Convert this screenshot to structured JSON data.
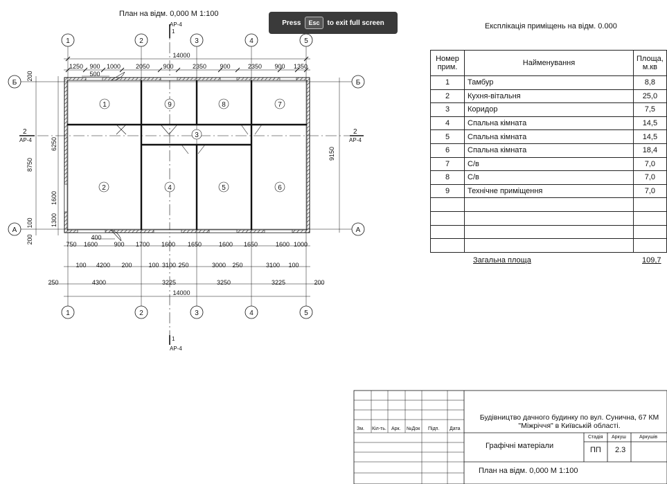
{
  "toast": {
    "press": "Press",
    "key": "Esc",
    "rest": "to exit full screen"
  },
  "plan": {
    "title": "План на відм. 0,000  М 1:100",
    "section_ref": "АР-4",
    "section_num_1": "1",
    "section_num_2": "2",
    "axes_numeric": [
      "1",
      "2",
      "3",
      "4",
      "5"
    ],
    "axes_letter": [
      "Б",
      "А"
    ],
    "top_total": "14000",
    "bottom_total": "14000",
    "top_dims": [
      "1250",
      "900",
      "1000",
      "2050",
      "900",
      "2350",
      "900",
      "2350",
      "900",
      "1350"
    ],
    "top_dim_small": "500",
    "bottom_dims_1": [
      "750",
      "1600",
      "900",
      "1700",
      "1600",
      "1650",
      "1600",
      "1650",
      "1600",
      "1000"
    ],
    "bottom_dim_small": "400",
    "bottom_dims_2": [
      "100",
      "4200",
      "200",
      "100",
      "3100",
      "250",
      "3000",
      "250",
      "3100",
      "100"
    ],
    "bottom_dims_3": [
      "250",
      "4300",
      "3225",
      "3250",
      "3225",
      "200"
    ],
    "left_dims": [
      "200",
      "6250",
      "8750",
      "1600",
      "1300",
      "100",
      "200"
    ],
    "right_dim": "9150",
    "room_numbers": [
      "1",
      "9",
      "8",
      "7",
      "3",
      "2",
      "4",
      "5",
      "6"
    ]
  },
  "explication": {
    "title": "Експлікація приміщень на відм. 0.000",
    "headers": {
      "num": "Номер прим.",
      "name": "Найменування",
      "area": "Площа, м.кв"
    },
    "rows": [
      {
        "num": "1",
        "name": "Тамбур",
        "area": "8,8"
      },
      {
        "num": "2",
        "name": "Кухня-вітальня",
        "area": "25,0"
      },
      {
        "num": "3",
        "name": "Коридор",
        "area": "7,5"
      },
      {
        "num": "4",
        "name": "Спальна кімната",
        "area": "14,5"
      },
      {
        "num": "5",
        "name": "Спальна кімната",
        "area": "14,5"
      },
      {
        "num": "6",
        "name": "Спальна кімната",
        "area": "18,4"
      },
      {
        "num": "7",
        "name": "С/в",
        "area": "7,0"
      },
      {
        "num": "8",
        "name": "С/в",
        "area": "7,0"
      },
      {
        "num": "9",
        "name": "Технічне приміщення",
        "area": "7,0"
      }
    ],
    "total_label": "Загальна площа",
    "total_value": "109,7"
  },
  "stamp": {
    "project": "Будівництво дачного будинку по вул. Сунична, 67 КМ \"Міжріччя\" в Київській області.",
    "cols": [
      "Зм.",
      "Кіл-ть.",
      "Арк.",
      "№Док",
      "Підп.",
      "Дата"
    ],
    "section": "Графічні матеріали",
    "stage_label": "Стадія",
    "sheet_label": "Аркуш",
    "sheets_label": "Аркушів",
    "stage": "ПП",
    "sheet": "2.3",
    "sheets": "",
    "drawing": "План на відм. 0,000  М 1:100"
  }
}
